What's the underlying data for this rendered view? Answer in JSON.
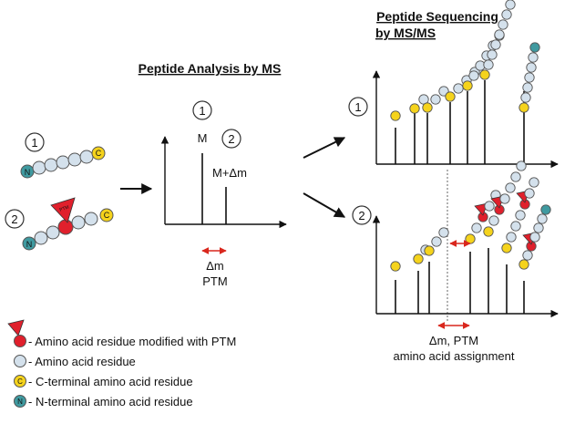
{
  "titles": {
    "analysis": "Peptide Analysis by MS",
    "sequencing_line1": "Peptide Sequencing",
    "sequencing_line2": "by MS/MS"
  },
  "markers": {
    "one": "1",
    "two": "2",
    "c_terminal": "C",
    "n_terminal": "N",
    "ptm_tag": "PTM"
  },
  "ms_spectrum": {
    "peak1_label": "M",
    "peak2_label": "M+Δm",
    "delta_label": "Δm",
    "ptm_label": "PTM"
  },
  "msms": {
    "delta_label": "Δm, PTM",
    "assignment_label": "amino acid assignment"
  },
  "legend": [
    {
      "symbol": "ptm",
      "text": "- Amino acid residue modified with PTM"
    },
    {
      "symbol": "residue",
      "text": "- Amino acid residue"
    },
    {
      "symbol": "c_terminal",
      "text": "- C-terminal amino acid residue"
    },
    {
      "symbol": "n_terminal",
      "text": "- N-terminal amino acid residue"
    }
  ],
  "colors": {
    "residue": "#d4e1ec",
    "c_terminal": "#f5d31c",
    "n_terminal": "#3f9aa0",
    "ptm_residue": "#e0202c",
    "ptm_flag": "#e0202c",
    "arrow_accent": "#d9271d",
    "axis": "#111111"
  }
}
